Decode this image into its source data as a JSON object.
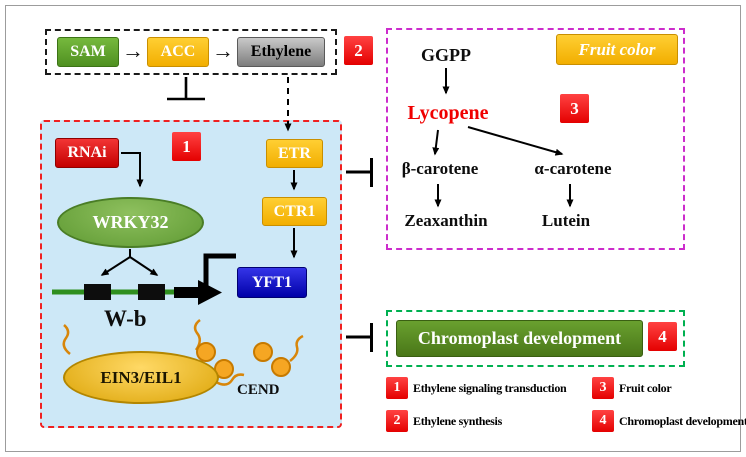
{
  "title": "Ethylene signaling and fruit color pathway diagram",
  "colors": {
    "sam_green": "#5aa02c",
    "gold": "#ffc000",
    "ethylene_gray": "#8c8c8c",
    "badge_red": "#ff0000",
    "rnai_red": "#d00000",
    "yft1_blue": "#0000b0",
    "wrky_green": "#70ad47",
    "ein3_gold": "#e8b007",
    "chromoplast_green": "#538135",
    "signal_panel_blue": "#cde8f7",
    "signal_border_red": "#f02020",
    "fruit_border_purple": "#cc2ccc",
    "chromo_border_green": "#00b050",
    "protein_orange": "#f5a623",
    "gene_line_green": "#2f8f1f",
    "lycopene_red": "#f00000"
  },
  "synthesis": {
    "sam": "SAM",
    "acc": "ACC",
    "ethylene": "Ethylene",
    "badge": "2"
  },
  "signaling": {
    "badge": "1",
    "rnai": "RNAi",
    "etr": "ETR",
    "ctr1": "CTR1",
    "wrky32": "WRKY32",
    "yft1": "YFT1",
    "wbox_label": "W-b",
    "ein3": "EIN3/EIL1",
    "cend": "CEND"
  },
  "fruit_color": {
    "badge": "3",
    "title": "Fruit color",
    "ggpp": "GGPP",
    "lycopene": "Lycopene",
    "beta_carotene": "β-carotene",
    "alpha_carotene": "α-carotene",
    "zeaxanthin": "Zeaxanthin",
    "lutein": "Lutein"
  },
  "chromoplast": {
    "badge": "4",
    "label": "Chromoplast development"
  },
  "legend": {
    "items": [
      {
        "num": "1",
        "label": "Ethylene signaling transduction"
      },
      {
        "num": "3",
        "label": "Fruit color"
      },
      {
        "num": "2",
        "label": "Ethylene synthesis"
      },
      {
        "num": "4",
        "label": "Chromoplast development"
      }
    ]
  }
}
